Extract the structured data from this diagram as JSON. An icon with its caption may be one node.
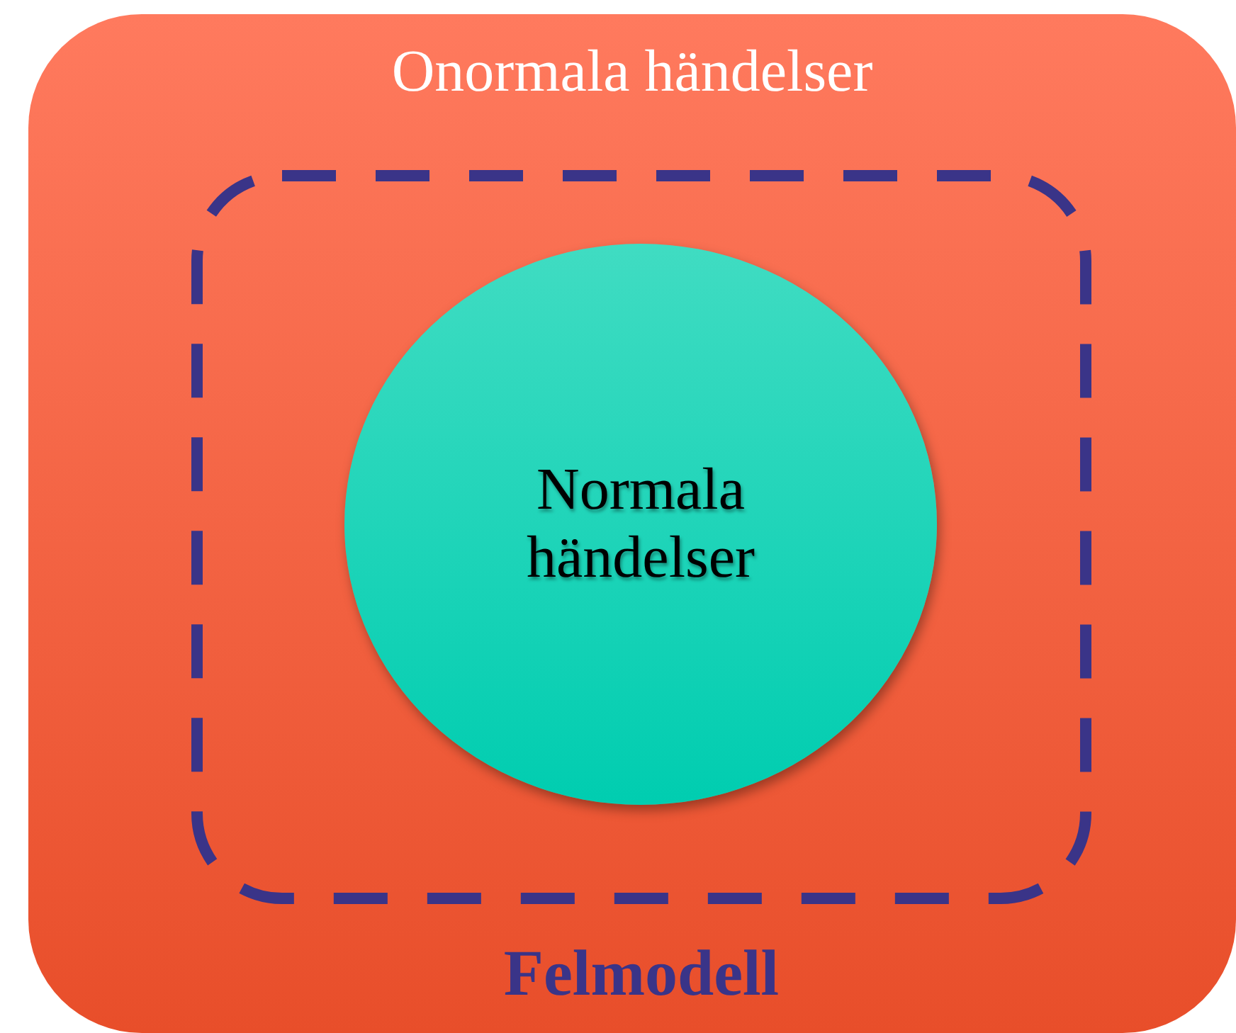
{
  "diagram": {
    "nodes": [
      {
        "text": [
          "Onormala händelser"
        ]
      },
      {
        "text": [
          "Felmodell"
        ],
        "in": 0
      },
      {
        "text": [
          "Normala händelser"
        ],
        "in": 1
      }
    ]
  }
}
